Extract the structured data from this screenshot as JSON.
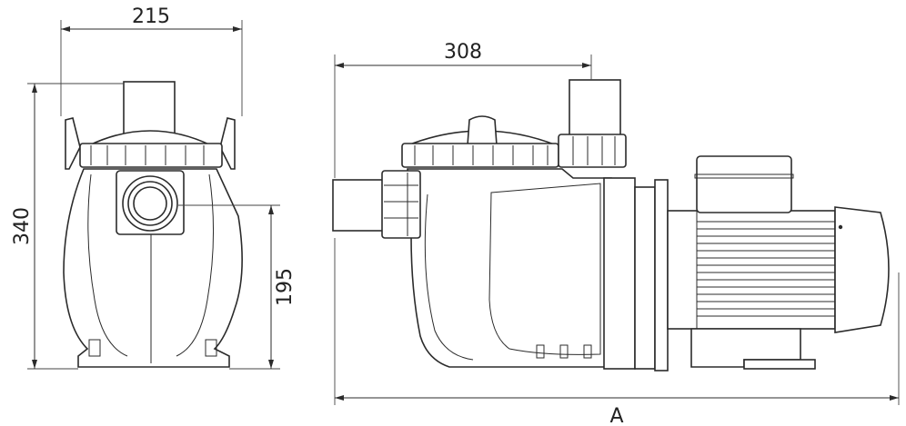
{
  "dimensions": {
    "front_width": "215",
    "front_height": "340",
    "inlet_height": "195",
    "side_depth": "308",
    "overall_length": "A"
  }
}
